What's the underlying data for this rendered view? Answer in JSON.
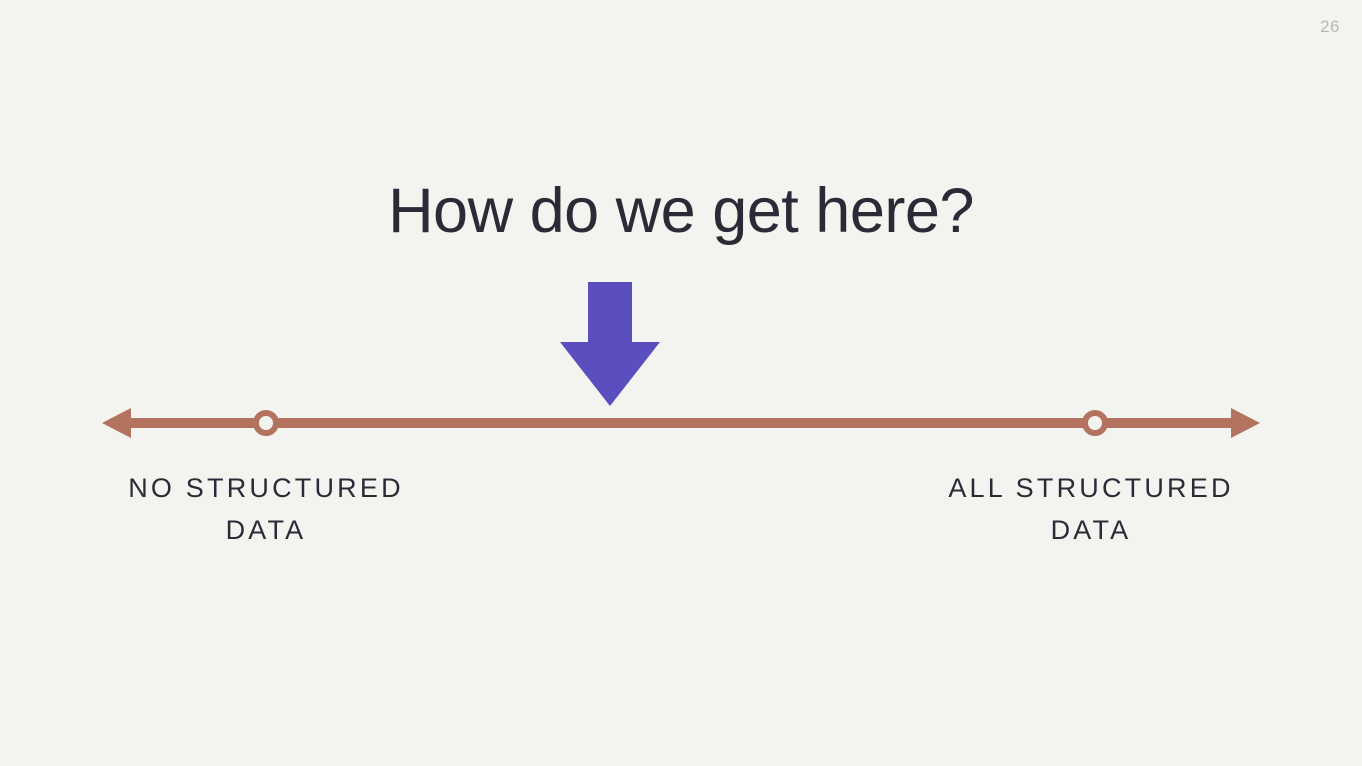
{
  "slide": {
    "page_number": "26",
    "background_color": "#f3f4ef",
    "title": "How do we get here?",
    "title_color": "#2b2b38"
  },
  "arrow": {
    "name": "down-arrow",
    "color": "#5b4fc0",
    "direction": "down"
  },
  "spectrum": {
    "line_color": "#b3735f",
    "marker_fill": "#f3f4ef",
    "left_arrowhead": "left",
    "right_arrowhead": "right",
    "left_marker_label": "no-structured-data-marker",
    "right_marker_label": "all-structured-data-marker",
    "endpoints": [
      {
        "line1": "NO STRUCTURED",
        "line2": "DATA"
      },
      {
        "line1": "ALL STRUCTURED",
        "line2": "DATA"
      }
    ]
  }
}
